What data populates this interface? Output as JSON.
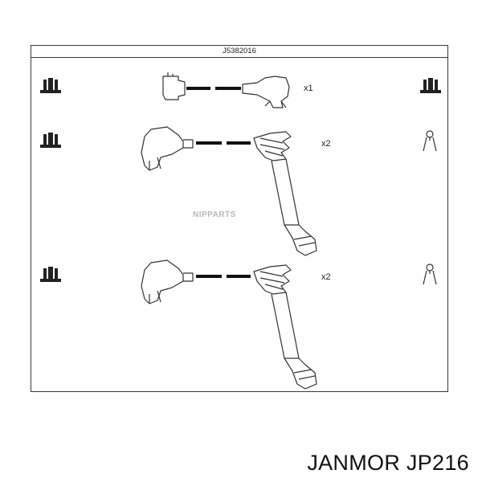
{
  "diagram": {
    "part_number": "J5382016",
    "watermark": "NIPPARTS",
    "rows": [
      {
        "quantity": "x1"
      },
      {
        "quantity": "x2"
      },
      {
        "quantity": "x2"
      }
    ]
  },
  "footer": {
    "label": "JANMOR JP216"
  }
}
